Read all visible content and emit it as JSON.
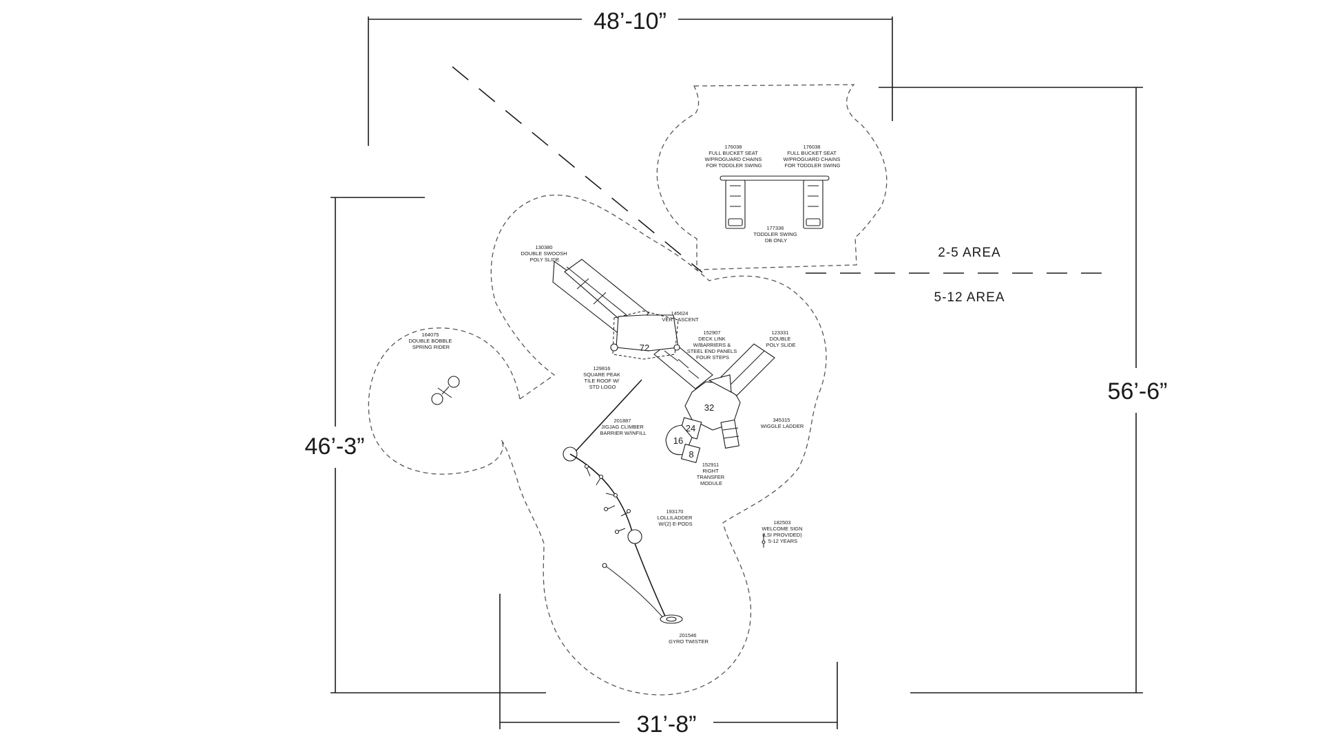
{
  "dimensions": {
    "top": "48’-10”",
    "right": "56’-6”",
    "left": "46’-3”",
    "bottom": "31’-8”"
  },
  "areas": {
    "toddler": "2-5 AREA",
    "school": "5-12 AREA"
  },
  "deck_heights": {
    "main": "72",
    "link": "32",
    "step_a": "24",
    "step_b": "16",
    "step_c": "8"
  },
  "components": [
    {
      "id": "bucket-seat-left",
      "lines": [
        "176038",
        "FULL BUCKET SEAT",
        "W/PROGUARD CHAINS",
        "FOR TODDLER SWING"
      ]
    },
    {
      "id": "bucket-seat-right",
      "lines": [
        "176038",
        "FULL BUCKET SEAT",
        "W/PROGUARD CHAINS",
        "FOR TODDLER SWING"
      ]
    },
    {
      "id": "toddler-swing",
      "lines": [
        "177336",
        "TODDLER SWING",
        "DB ONLY"
      ]
    },
    {
      "id": "double-swoosh-slide",
      "lines": [
        "130380",
        "DOUBLE SWOOSH",
        "POLY SLIDE"
      ]
    },
    {
      "id": "vert-ascent",
      "lines": [
        "145624",
        "VERT. ASCENT"
      ]
    },
    {
      "id": "deck-link",
      "lines": [
        "152907",
        "DECK LINK",
        "W/BARRIERS &",
        "STEEL END PANELS",
        "FOUR STEPS"
      ]
    },
    {
      "id": "double-poly-slide",
      "lines": [
        "123331",
        "DOUBLE",
        "POLY SLIDE"
      ]
    },
    {
      "id": "spring-rider",
      "lines": [
        "164075",
        "DOUBLE BOBBLE",
        "SPRING RIDER"
      ]
    },
    {
      "id": "square-peak-roof",
      "lines": [
        "129816",
        "SQUARE PEAK",
        "TILE ROOF W/",
        "STD LOGO"
      ]
    },
    {
      "id": "jigjag-climber",
      "lines": [
        "201887",
        "JIGJAG CLIMBER",
        "BARRIER W/INFILL"
      ]
    },
    {
      "id": "wiggle-ladder",
      "lines": [
        "345315",
        "WIGGLE LADDER"
      ]
    },
    {
      "id": "right-transfer-module",
      "lines": [
        "152911",
        "RIGHT",
        "TRANSFER",
        "MODULE"
      ]
    },
    {
      "id": "lolliladder",
      "lines": [
        "193170",
        "LOLLILADDER",
        "W/(2) E-PODS"
      ]
    },
    {
      "id": "welcome-sign",
      "lines": [
        "182503",
        "WELCOME SIGN",
        "(LSI PROVIDED)",
        "5-12 YEARS"
      ]
    },
    {
      "id": "gyro-twister",
      "lines": [
        "201546",
        "GYRO TWISTER"
      ]
    }
  ]
}
